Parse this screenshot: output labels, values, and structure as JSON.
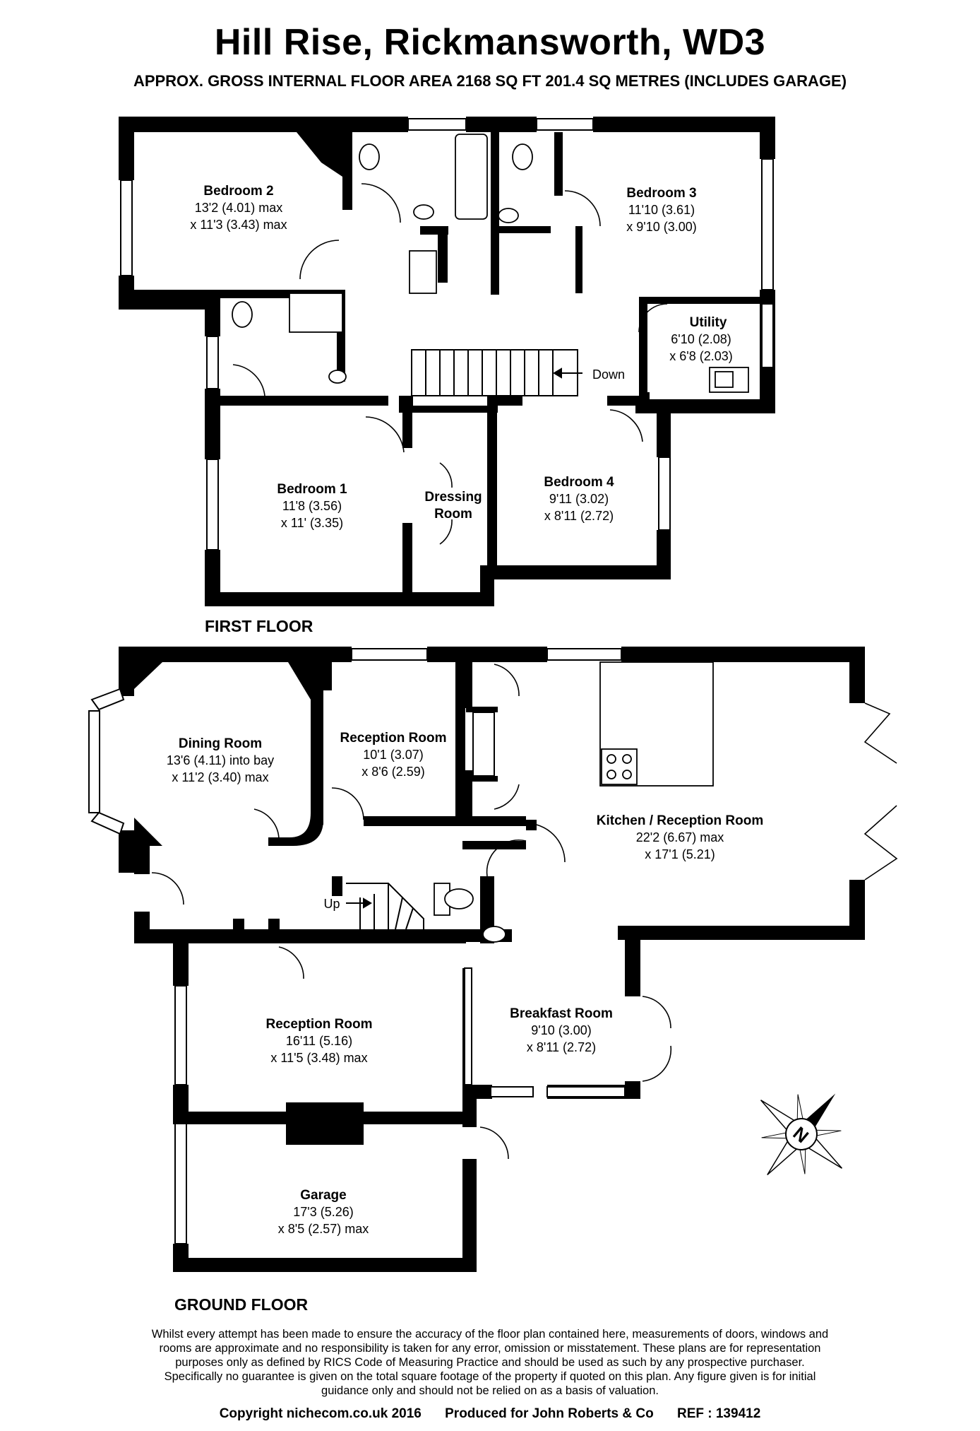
{
  "header": {
    "title": "Hill Rise, Rickmansworth, WD3",
    "subtitle": "APPROX. GROSS INTERNAL FLOOR AREA 2168 SQ FT 201.4 SQ METRES (INCLUDES GARAGE)"
  },
  "floors": {
    "first": "FIRST FLOOR",
    "ground": "GROUND FLOOR"
  },
  "rooms": {
    "bedroom2": {
      "name": "Bedroom 2",
      "dim1": "13'2 (4.01) max",
      "dim2": "x 11'3 (3.43) max"
    },
    "bedroom3": {
      "name": "Bedroom 3",
      "dim1": "11'10 (3.61)",
      "dim2": "x 9'10 (3.00)"
    },
    "utility": {
      "name": "Utility",
      "dim1": "6'10 (2.08)",
      "dim2": "x 6'8 (2.03)"
    },
    "bedroom1": {
      "name": "Bedroom 1",
      "dim1": "11'8 (3.56)",
      "dim2": "x 11' (3.35)"
    },
    "dressing": {
      "name1": "Dressing",
      "name2": "Room"
    },
    "bedroom4": {
      "name": "Bedroom 4",
      "dim1": "9'11 (3.02)",
      "dim2": "x 8'11 (2.72)"
    },
    "dining": {
      "name": "Dining Room",
      "dim1": "13'6 (4.11) into bay",
      "dim2": "x 11'2 (3.40) max"
    },
    "reception_small": {
      "name": "Reception Room",
      "dim1": "10'1 (3.07)",
      "dim2": "x 8'6 (2.59)"
    },
    "kitchen": {
      "name": "Kitchen / Reception Room",
      "dim1": "22'2 (6.67) max",
      "dim2": "x 17'1 (5.21)"
    },
    "reception_large": {
      "name": "Reception Room",
      "dim1": "16'11 (5.16)",
      "dim2": "x 11'5 (3.48) max"
    },
    "breakfast": {
      "name": "Breakfast Room",
      "dim1": "9'10 (3.00)",
      "dim2": "x 8'11 (2.72)"
    },
    "garage": {
      "name": "Garage",
      "dim1": "17'3 (5.26)",
      "dim2": "x 8'5 (2.57) max"
    }
  },
  "stairs": {
    "down": "Down",
    "up": "Up"
  },
  "compass": {
    "letter": "N"
  },
  "disclaimer": [
    "Whilst every attempt has been made to ensure the accuracy of the floor plan contained here, measurements of doors, windows and",
    "rooms are approximate and no responsibility is taken for any error, omission or misstatement. These plans are for representation",
    "purposes only as defined by RICS Code of Measuring Practice and should be used as such by any prospective purchaser.",
    "Specifically no guarantee is given on the total square footage of the property if quoted on this plan. Any figure given is for initial",
    "guidance only and should not be relied on as a basis of valuation."
  ],
  "footer": {
    "copyright": "Copyright nichecom.co.uk 2016",
    "produced": "Produced for John Roberts & Co",
    "ref": "REF : 139412"
  },
  "colors": {
    "wall": "#000000",
    "background": "#ffffff"
  }
}
